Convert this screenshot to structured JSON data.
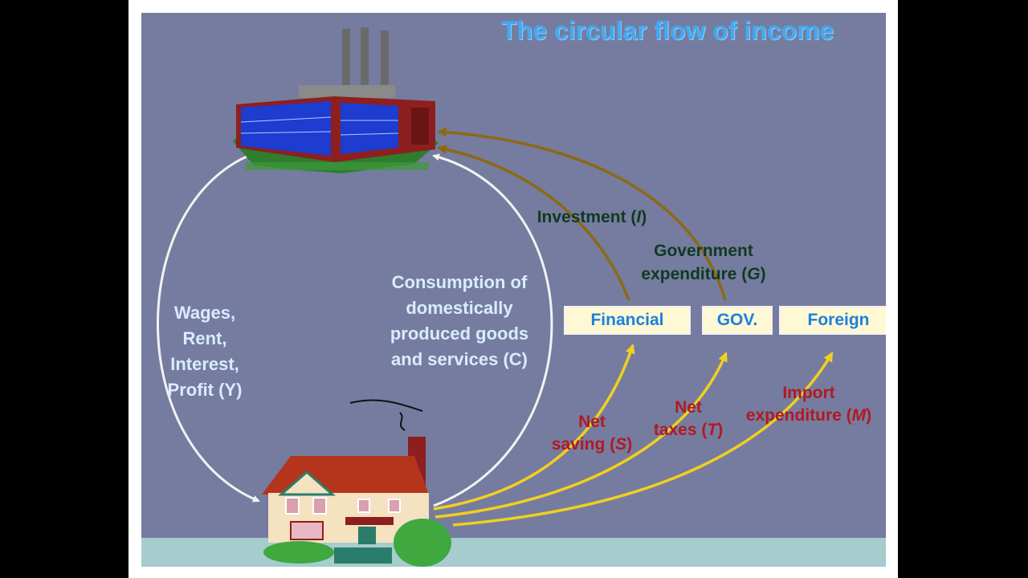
{
  "title": "The circular flow of income",
  "labels": {
    "factor_income": [
      "Wages,",
      "Rent,",
      "Interest,",
      "Profit (Y)"
    ],
    "consumption": [
      "Consumption of",
      "domestically",
      "produced goods",
      "and services (C)"
    ],
    "investment": {
      "text": "Investment (",
      "symbol": "I",
      "close": ")"
    },
    "government": {
      "line1": "Government",
      "text": "expenditure (",
      "symbol": "G",
      "close": ")"
    },
    "net_saving": {
      "line1": "Net",
      "text": "saving (",
      "symbol": "S",
      "close": ")"
    },
    "net_taxes": {
      "line1": "Net",
      "text": "taxes (",
      "symbol": "T",
      "close": ")"
    },
    "import": {
      "line1": "Import",
      "text": "expenditure (",
      "symbol": "M",
      "close": ")"
    }
  },
  "boxes": {
    "financial": "Financial",
    "gov": "GOV.",
    "foreign": "Foreign"
  },
  "colors": {
    "background": "#767c9f",
    "title": "#43a9f0",
    "injection_arrows": "#8b6914",
    "leakage_arrows": "#f0d020",
    "circular_arrows": "#f2f2f2"
  }
}
